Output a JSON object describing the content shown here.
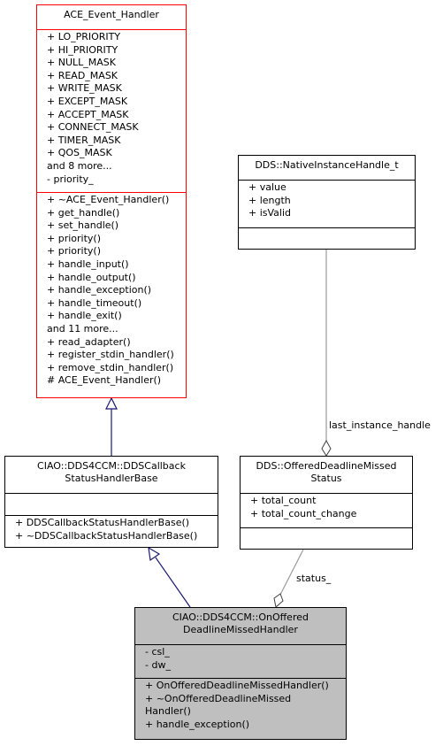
{
  "classes": {
    "ace_event_handler": {
      "title": "ACE_Event_Handler",
      "attributes": [
        "+ LO_PRIORITY",
        "+ HI_PRIORITY",
        "+ NULL_MASK",
        "+ READ_MASK",
        "+ WRITE_MASK",
        "+ EXCEPT_MASK",
        "+ ACCEPT_MASK",
        "+ CONNECT_MASK",
        "+ TIMER_MASK",
        "+ QOS_MASK",
        "and 8 more...",
        "- priority_"
      ],
      "operations": [
        "+ ~ACE_Event_Handler()",
        "+ get_handle()",
        "+ set_handle()",
        "+ priority()",
        "+ priority()",
        "+ handle_input()",
        "+ handle_output()",
        "+ handle_exception()",
        "+ handle_timeout()",
        "+ handle_exit()",
        "and 11 more...",
        "+ read_adapter()",
        "+ register_stdin_handler()",
        "+ remove_stdin_handler()",
        "# ACE_Event_Handler()"
      ],
      "border_color": "#ff0000"
    },
    "native_instance_handle": {
      "title": "DDS::NativeInstanceHandle_t",
      "attributes": [
        "+ value",
        "+ length",
        "+ isValid"
      ],
      "operations": []
    },
    "callback_status_handler_base": {
      "title": "CIAO::DDS4CCM::DDSCallback\nStatusHandlerBase",
      "attributes": [],
      "operations": [
        "+ DDSCallbackStatusHandlerBase()",
        "+ ~DDSCallbackStatusHandlerBase()"
      ]
    },
    "offered_deadline_missed_status": {
      "title": "DDS::OfferedDeadlineMissed\nStatus",
      "attributes": [
        "+ total_count",
        "+ total_count_change"
      ],
      "operations": []
    },
    "on_offered_deadline_missed_handler": {
      "title": "CIAO::DDS4CCM::OnOffered\nDeadlineMissedHandler",
      "attributes": [
        "- csl_",
        "- dw_"
      ],
      "operations": [
        "+ OnOfferedDeadlineMissedHandler()",
        "+ ~OnOfferedDeadlineMissed\nHandler()",
        "+ handle_exception()"
      ],
      "fill_color": "#bfbfbf"
    }
  },
  "edges": {
    "last_instance_handle_label": "last_instance_handle",
    "status_label": "status_",
    "inheritance_color": "#191970",
    "association_color": "#9a9a9a"
  }
}
